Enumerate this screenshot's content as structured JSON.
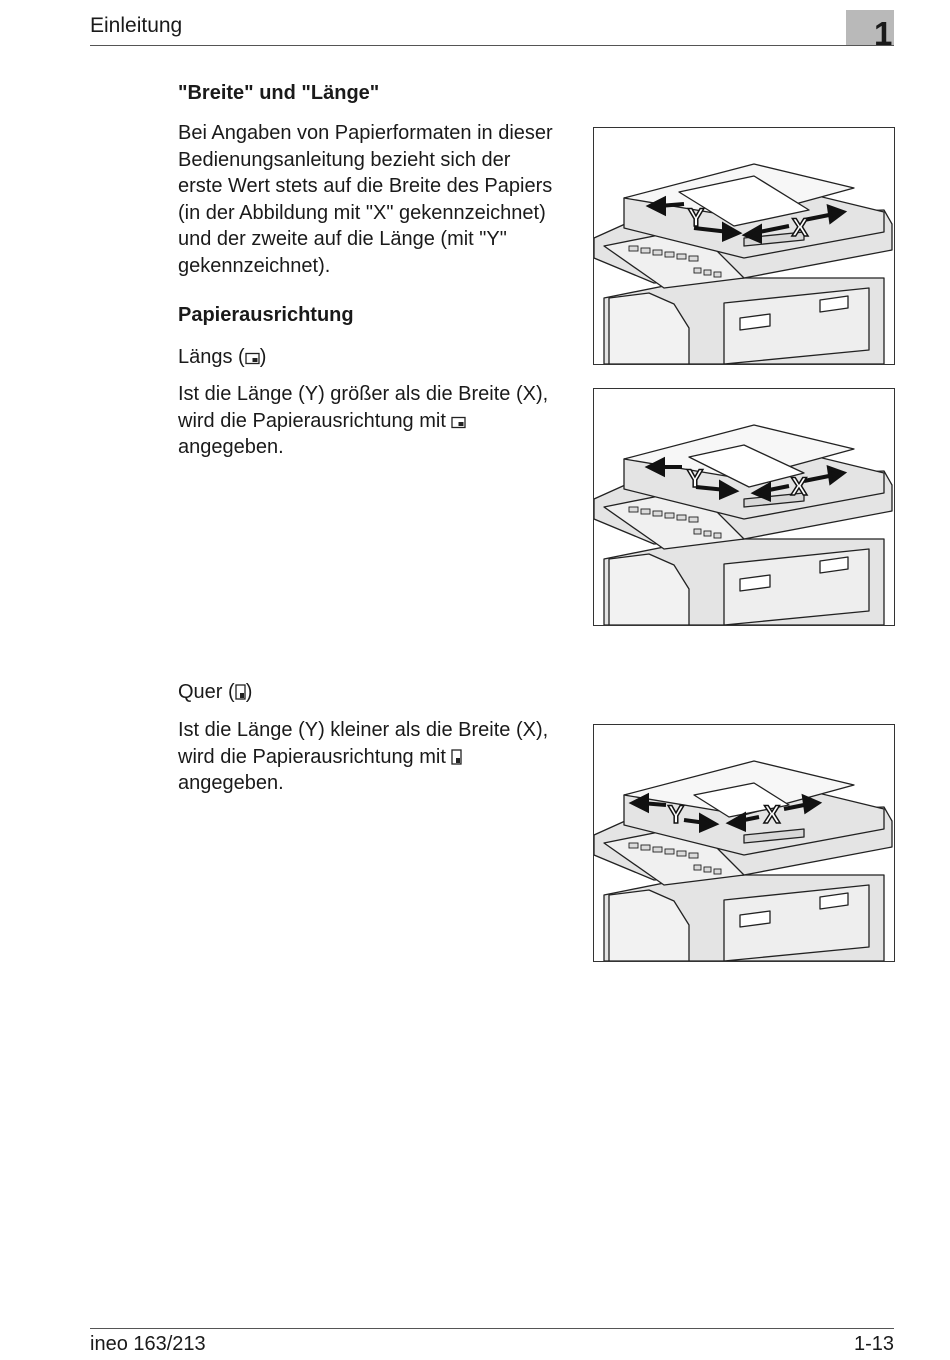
{
  "header": {
    "section_title": "Einleitung",
    "chapter_number": "1"
  },
  "section_breite_laenge": {
    "heading": "\"Breite\" und \"Länge\"",
    "body": "Bei Angaben von Papierformaten in dieser Bedienungsanleitung bezieht sich der erste Wert stets auf die Breite des Papiers (in der Abbildung mit \"X\" gekennzeichnet) und der zweite auf die Länge (mit \"Y\" gekennzeichnet).",
    "lines": [
      "Bei Angaben von Papierformaten in dieser",
      "Bedienungsanleitung bezieht sich der",
      "erste Wert stets auf die Breite des Papiers",
      "(in der Abbildung mit \"X\" gekennzeichnet)",
      "und der zweite auf die Länge (mit \"Y\"",
      "gekennzeichnet)."
    ]
  },
  "section_orientation": {
    "heading": "Papierausrichtung",
    "laengs": {
      "label_prefix": "Längs (",
      "label_suffix": ")",
      "line1": "Ist die Länge (Y) größer als die Breite (X),",
      "line2_prefix": "wird die Papierausrichtung mit",
      "line3": "angegeben."
    },
    "quer": {
      "label_prefix": "Quer (",
      "label_suffix": ")",
      "line1": "Ist die Länge (Y) kleiner als die Breite (X),",
      "line2_prefix": "wird die Papierausrichtung mit",
      "line3": "angegeben."
    }
  },
  "figures": [
    {
      "x_label": "X",
      "y_label": "Y"
    },
    {
      "x_label": "X",
      "y_label": "Y"
    },
    {
      "x_label": "X",
      "y_label": "Y"
    }
  ],
  "footer": {
    "model": "ineo 163/213",
    "page": "1-13"
  }
}
